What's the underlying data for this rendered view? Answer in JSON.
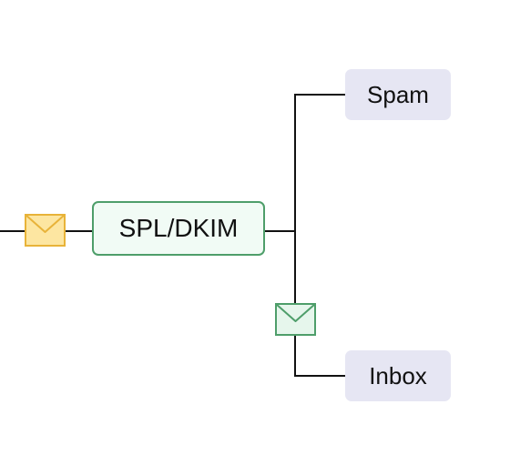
{
  "diagram": {
    "filter": {
      "label": "SPL/DKIM"
    },
    "outcomes": [
      {
        "key": "spam",
        "label": "Spam"
      },
      {
        "key": "inbox",
        "label": "Inbox"
      }
    ],
    "envelopes": [
      {
        "key": "incoming",
        "icon": "envelope-icon",
        "fill": "#fde6a1",
        "stroke": "#e8b339"
      },
      {
        "key": "delivered",
        "icon": "envelope-icon",
        "fill": "#e6f6ec",
        "stroke": "#4e9e6a"
      }
    ],
    "colors": {
      "line": "#111111",
      "filter_border": "#4e9e6a",
      "filter_fill": "#f1fbf5",
      "outcome_fill": "#e6e6f3"
    }
  }
}
